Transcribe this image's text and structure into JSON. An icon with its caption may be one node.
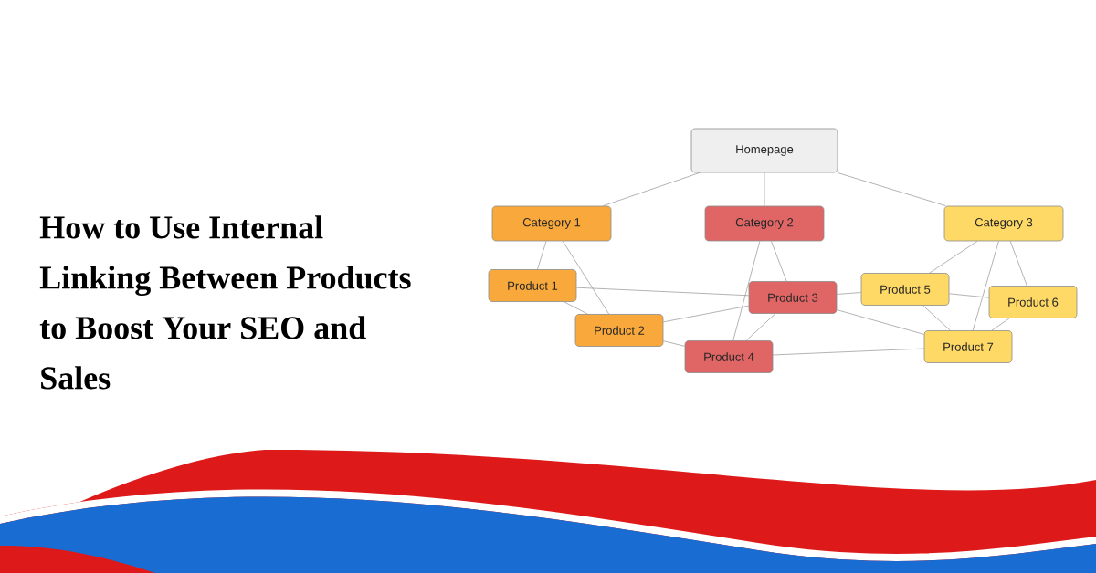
{
  "diagram": {
    "title": "How to Use Internal Linking Between Products to Boost Your SEO and Sales",
    "nodes": [
      {
        "text": [
          "Homepage"
        ]
      },
      {
        "text": [
          "Category 1"
        ]
      },
      {
        "text": [
          "Category 2"
        ]
      },
      {
        "text": [
          "Category 3"
        ]
      },
      {
        "text": [
          "Product 1"
        ]
      },
      {
        "text": [
          "Product 2"
        ]
      },
      {
        "text": [
          "Product 3"
        ]
      },
      {
        "text": [
          "Product 4"
        ]
      },
      {
        "text": [
          "Product 5"
        ]
      },
      {
        "text": [
          "Product 6"
        ]
      },
      {
        "text": [
          "Product 7"
        ]
      }
    ],
    "edges": [
      {
        "from": 0,
        "to": 1,
        "arrow": "none"
      },
      {
        "from": 0,
        "to": 2,
        "arrow": "none"
      },
      {
        "from": 0,
        "to": 3,
        "arrow": "none"
      },
      {
        "from": 1,
        "to": 4,
        "arrow": "none"
      },
      {
        "from": 1,
        "to": 5,
        "arrow": "none"
      },
      {
        "from": 2,
        "to": 6,
        "arrow": "none"
      },
      {
        "from": 2,
        "to": 7,
        "arrow": "none"
      },
      {
        "from": 3,
        "to": 8,
        "arrow": "none"
      },
      {
        "from": 3,
        "to": 10,
        "arrow": "none"
      },
      {
        "from": 3,
        "to": 9,
        "arrow": "none"
      },
      {
        "from": 4,
        "to": 6,
        "arrow": "none"
      },
      {
        "from": 4,
        "to": 5,
        "arrow": "none"
      },
      {
        "from": 5,
        "to": 6,
        "arrow": "none"
      },
      {
        "from": 5,
        "to": 7,
        "arrow": "none"
      },
      {
        "from": 6,
        "to": 7,
        "arrow": "none"
      },
      {
        "from": 6,
        "to": 8,
        "arrow": "none"
      },
      {
        "from": 6,
        "to": 10,
        "arrow": "none"
      },
      {
        "from": 8,
        "to": 9,
        "arrow": "none"
      },
      {
        "from": 8,
        "to": 10,
        "arrow": "none"
      },
      {
        "from": 9,
        "to": 10,
        "arrow": "none"
      },
      {
        "from": 7,
        "to": 10,
        "arrow": "none"
      }
    ]
  }
}
